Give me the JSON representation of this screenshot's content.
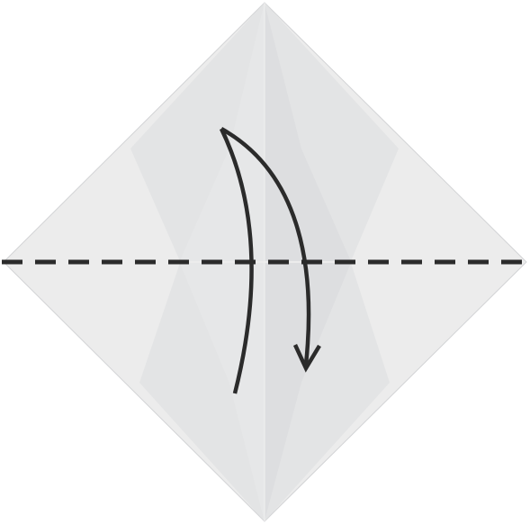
{
  "diagram": {
    "kind": "origami-fold-step",
    "paper_shape": "square-diamond",
    "instruction": "valley-fold-in-half",
    "fold_line_style": "dashed",
    "arrow_direction": "downward",
    "colors": {
      "paper_light": "#ececec",
      "paper_mid": "#e3e4e5",
      "paper_shade": "#dcdddf",
      "paper_edge": "#d2d3d5",
      "stroke": "#2b2b2b",
      "background": "#ffffff"
    }
  }
}
